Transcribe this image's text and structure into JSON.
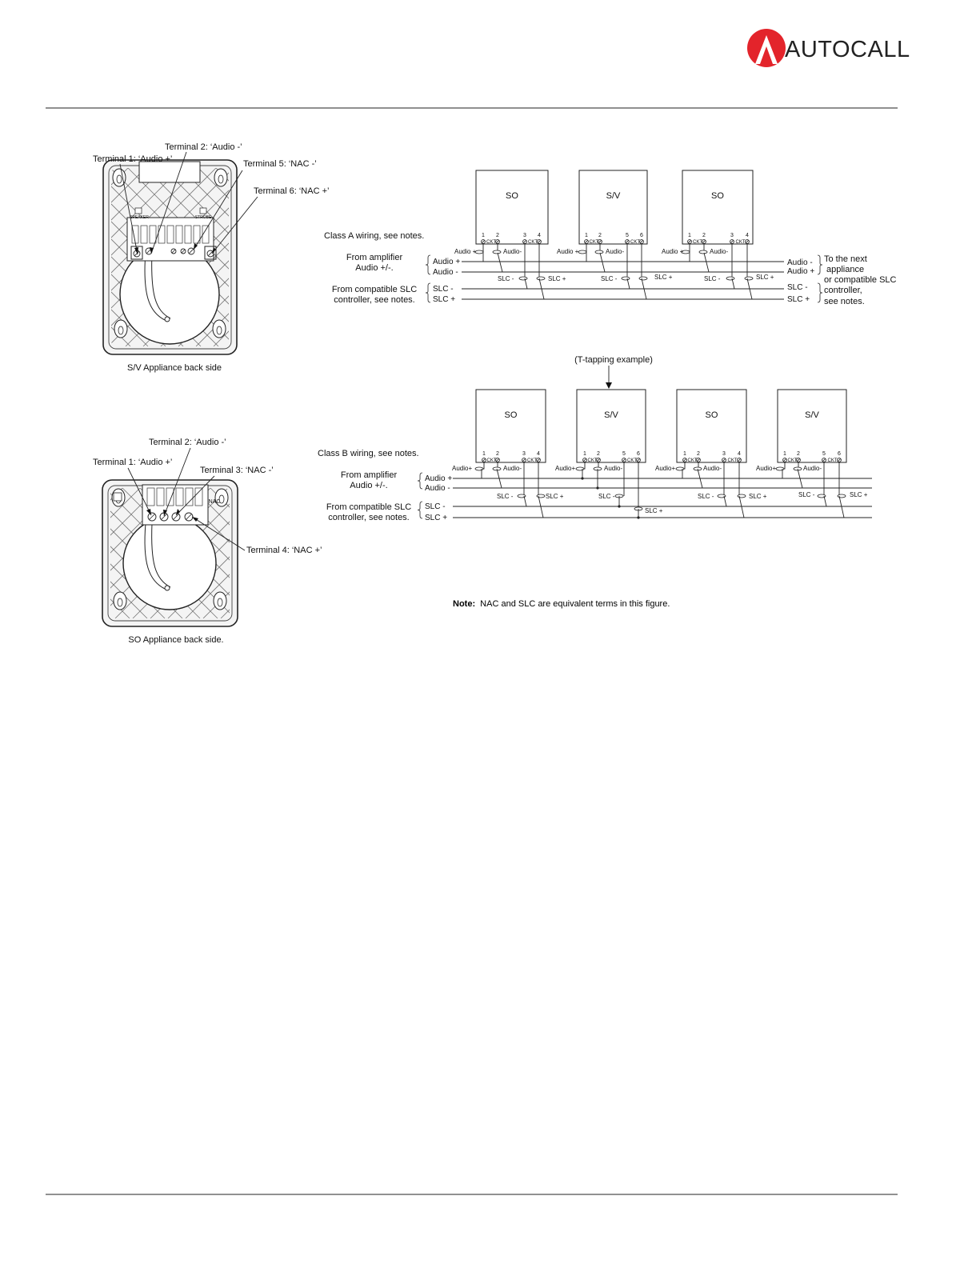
{
  "header": {
    "brand": "AUTOCALL",
    "brand_color": "#e3242b"
  },
  "sv_appliance": {
    "caption": "S/V Appliance back side",
    "callouts": [
      "Terminal 2: ‘Audio -’",
      "Terminal 1: ‘Audio +’",
      "Terminal 5: ‘NAC -’",
      "Terminal 6: ‘NAC +’"
    ],
    "markings": [
      "SPEAKER",
      "STROBE"
    ]
  },
  "so_appliance": {
    "caption": "SO Appliance back side.",
    "callouts": [
      "Terminal 2: ‘Audio -’",
      "Terminal 1: ‘Audio +’",
      "Terminal 3: ‘NAC -’",
      "Terminal 4: ‘NAC +’"
    ],
    "markings": [
      "NAC"
    ]
  },
  "class_a": {
    "title": "Class A wiring, see notes.",
    "from_amp": [
      "From amplifier",
      "Audio +/-."
    ],
    "from_slc": [
      "From compatible SLC",
      "controller, see notes."
    ],
    "left_labels": [
      "Audio +",
      "Audio -",
      "SLC -",
      "SLC +"
    ],
    "right_labels": [
      "Audio -",
      "Audio +",
      "SLC -",
      "SLC +"
    ],
    "to_next": [
      "To the next",
      "appliance",
      "or compatible SLC",
      "controller,",
      "see notes."
    ],
    "devices": [
      "SO",
      "S/V",
      "SO"
    ]
  },
  "class_b": {
    "title": "Class B wiring, see notes.",
    "t_tap": "(T-tapping example)",
    "from_amp": [
      "From amplifier",
      "Audio +/-."
    ],
    "from_slc": [
      "From compatible SLC",
      "controller, see notes."
    ],
    "left_labels": [
      "Audio +",
      "Audio -",
      "SLC -",
      "SLC +"
    ],
    "devices": [
      "SO",
      "S/V",
      "SO",
      "S/V"
    ]
  },
  "wire_labels": {
    "audio_plus": "Audio +",
    "audio_plus_b": "Audio+",
    "audio_minus": "Audio -",
    "slc_minus": "SLC -",
    "slc_plus": "SLC +",
    "ckt": "CKT"
  },
  "note": {
    "bold": "Note:",
    "text": "NAC and SLC are equivalent terms in this figure."
  }
}
